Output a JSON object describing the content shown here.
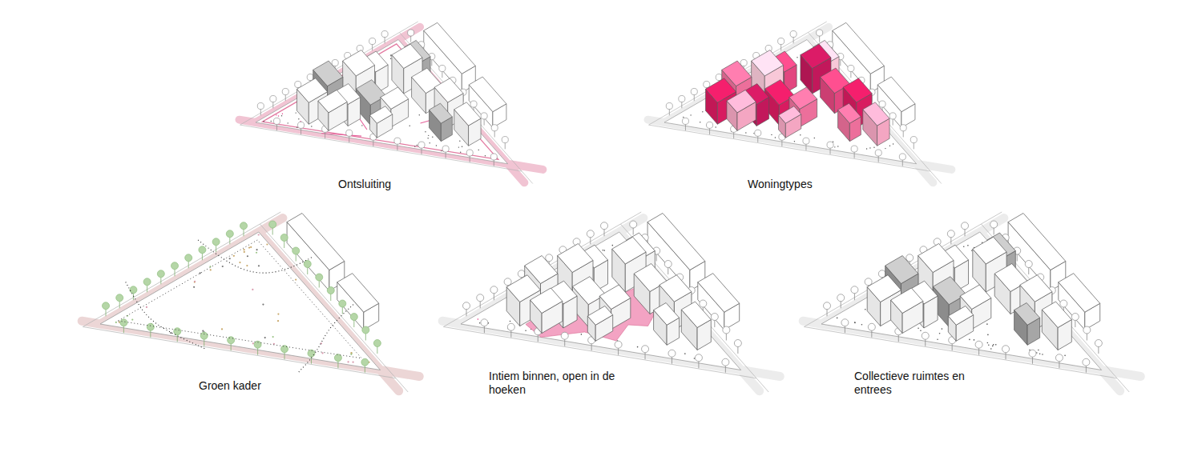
{
  "diagram": {
    "labels": [
      "Ontsluiting",
      "Woningtypes",
      "Groen kader",
      "Intiem binnen, open in de hoeken",
      "Collectieve ruimtes en entrees"
    ]
  }
}
